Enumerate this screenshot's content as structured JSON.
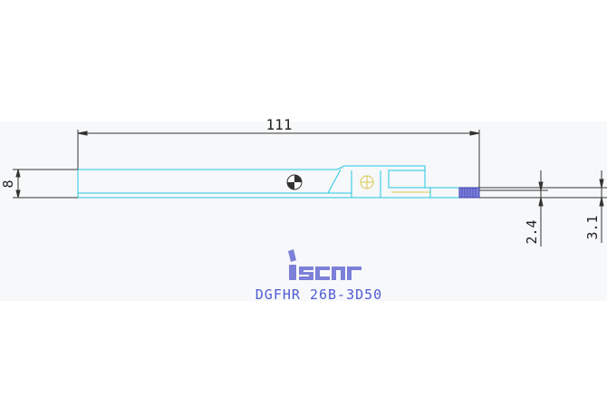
{
  "dimensions": {
    "overall_length": "111",
    "shank_height": "8",
    "dim_a": "2.4",
    "dim_b": "3.1"
  },
  "brand": {
    "logo_text": "iscar"
  },
  "part_number": "DGFHR 26B-3D50",
  "colors": {
    "outline": "#22c7e0",
    "dimension": "#333333",
    "text": "#4f5bd5",
    "band": "#f7f8fa"
  }
}
